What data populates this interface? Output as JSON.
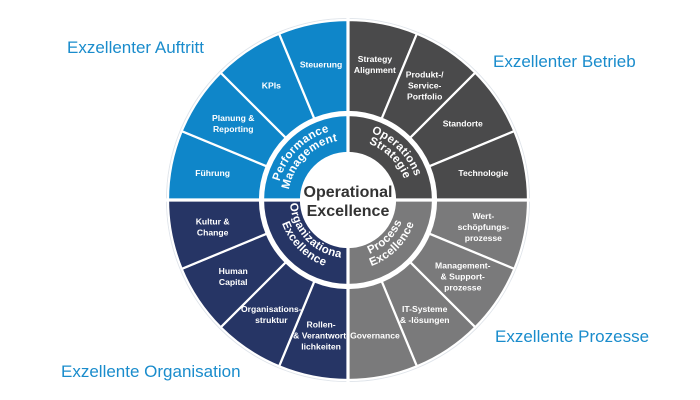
{
  "title": "Operational Excellence",
  "center": {
    "line1": "Operational",
    "line2": "Excellence"
  },
  "corner_labels": {
    "top_left": "Exzellenter Auftritt",
    "top_right": "Exzellenter Betrieb",
    "bottom_right": "Exzellente Prozesse",
    "bottom_left": "Exzellente Organisation"
  },
  "quadrants": [
    {
      "id": "performance-management",
      "position": "top-left",
      "color": "#0f86c9",
      "ring_label": [
        "Performance",
        "Management"
      ],
      "segments": [
        [
          "Führung"
        ],
        [
          "Planung &",
          "Reporting"
        ],
        [
          "KPIs"
        ],
        [
          "Steuerung"
        ]
      ]
    },
    {
      "id": "operations-strategie",
      "position": "top-right",
      "color": "#4a4a4b",
      "ring_label": [
        "Operations",
        "Strategie"
      ],
      "segments": [
        [
          "Strategy",
          "Alignment"
        ],
        [
          "Produkt-/",
          "Service-",
          "Portfolio"
        ],
        [
          "Standorte"
        ],
        [
          "Technologie"
        ]
      ]
    },
    {
      "id": "process-excellence",
      "position": "bottom-right",
      "color": "#7a7a7b",
      "ring_label": [
        "Process",
        "Excellence"
      ],
      "segments": [
        [
          "Wert-",
          "schöpfungs-",
          "prozesse"
        ],
        [
          "Management-",
          "& Support-",
          "prozesse"
        ],
        [
          "IT-Systeme",
          "& -lösungen"
        ],
        [
          "Governance"
        ]
      ]
    },
    {
      "id": "organizational-excellence",
      "position": "bottom-left",
      "color": "#263565",
      "ring_label": [
        "Organizational",
        "Excellence"
      ],
      "segments": [
        [
          "Rollen-",
          "& Verantwort-",
          "lichkeiten"
        ],
        [
          "Organisations-",
          "struktur"
        ],
        [
          "Human",
          "Capital"
        ],
        [
          "Kultur &",
          "Change"
        ]
      ]
    }
  ]
}
